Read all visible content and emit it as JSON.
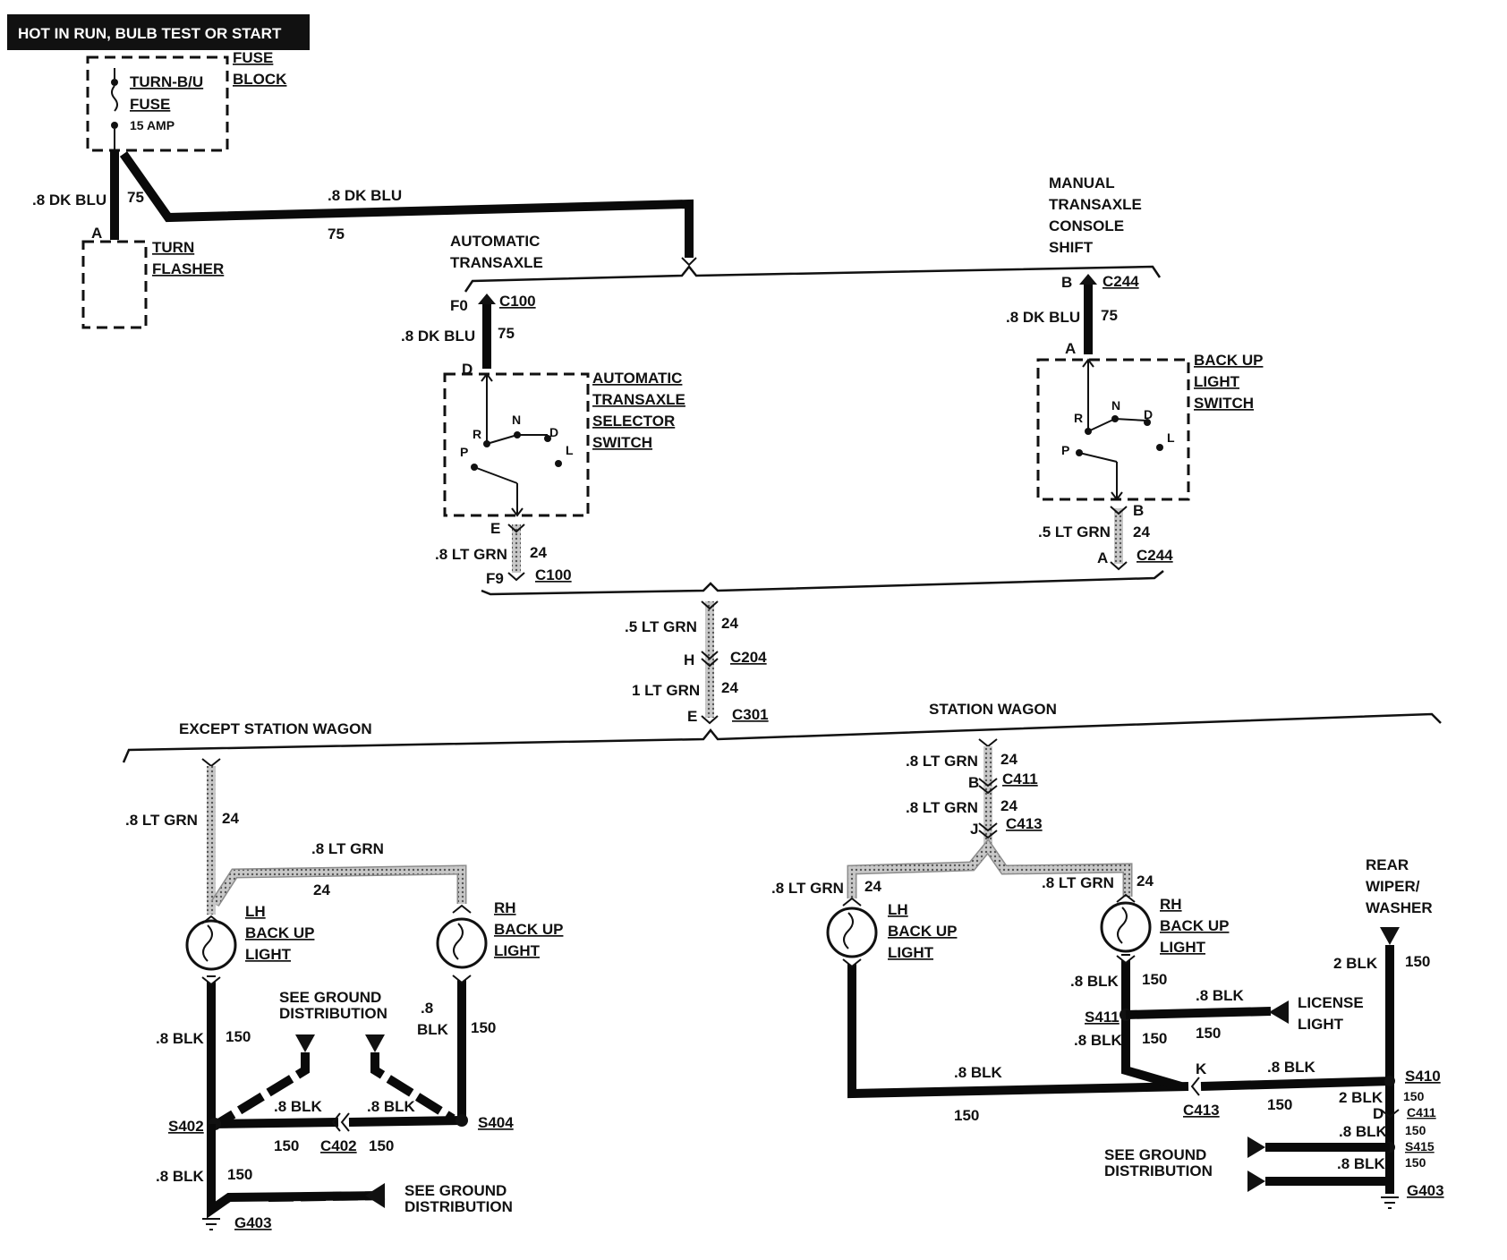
{
  "header": {
    "text": "HOT IN RUN,   BULB TEST OR START"
  },
  "fuse_block": {
    "label_line1": "FUSE",
    "label_line2": "BLOCK",
    "fuse_line1": "TURN-B/U",
    "fuse_line2": "FUSE",
    "fuse_rating": "15 AMP"
  },
  "turn_flasher": {
    "line1": "TURN",
    "line2": "FLASHER",
    "pin": "A"
  },
  "wires_top": {
    "wire_a_color": ".8 DK BLU",
    "wire_a_circuit": "75",
    "wire_b_color": ".8 DK BLU",
    "wire_b_circuit": "75"
  },
  "automatic": {
    "title_line1": "AUTOMATIC",
    "title_line2": "TRANSAXLE",
    "pin_top": "F0",
    "conn_top": "C100",
    "wire_in_color": ".8 DK BLU",
    "wire_in_circuit": "75",
    "pin_d": "D",
    "pin_e": "E",
    "switch_line1": "AUTOMATIC",
    "switch_line2": "TRANSAXLE",
    "switch_line3": "SELECTOR",
    "switch_line4": "SWITCH",
    "pos_p": "P",
    "pos_r": "R",
    "pos_n": "N",
    "pos_d": "D",
    "pos_l": "L",
    "wire_out_color": ".8 LT GRN",
    "wire_out_circuit": "24",
    "pin_bottom": "F9",
    "conn_bottom": "C100"
  },
  "manual": {
    "title_line1": "MANUAL",
    "title_line2": "TRANSAXLE",
    "title_line3": "CONSOLE",
    "title_line4": "SHIFT",
    "pin_top": "B",
    "conn_top": "C244",
    "wire_in_color": ".8 DK BLU",
    "wire_in_circuit": "75",
    "pin_a": "A",
    "pin_b": "B",
    "switch_line1": "BACK UP",
    "switch_line2": "LIGHT",
    "switch_line3": "SWITCH",
    "pos_p": "P",
    "pos_r": "R",
    "pos_n": "N",
    "pos_d": "D",
    "pos_l": "L",
    "wire_out_color": ".5 LT GRN",
    "wire_out_circuit": "24",
    "pin_bottom": "A",
    "conn_bottom": "C244"
  },
  "center": {
    "wire1_color": ".5 LT GRN",
    "wire1_circuit": "24",
    "pin_h": "H",
    "conn_c204": "C204",
    "wire2_color": "1 LT GRN",
    "wire2_circuit": "24",
    "pin_e": "E",
    "conn_c301": "C301"
  },
  "except_wagon": {
    "title": "EXCEPT STATION WAGON",
    "drop_color": ".8 LT GRN",
    "drop_circuit": "24",
    "cross_color": ".8 LT GRN",
    "cross_circuit": "24",
    "lh_line1": "LH",
    "lh_line2": "BACK UP",
    "lh_line3": "LIGHT",
    "rh_line1": "RH",
    "rh_line2": "BACK UP",
    "rh_line3": "LIGHT",
    "lh_gnd_color": ".8 BLK",
    "lh_gnd_circuit": "150",
    "rh_gnd_color_a": ".8",
    "rh_gnd_color_b": "BLK",
    "rh_gnd_circuit": "150",
    "see_ground_1": "SEE GROUND",
    "see_ground_2": "DISTRIBUTION",
    "s402": "S402",
    "s404": "S404",
    "diag_left_color": ".8 BLK",
    "diag_right_color": ".8 BLK",
    "c402": "C402",
    "c402_left_circuit": "150",
    "c402_right_circuit": "150",
    "down_color": ".8 BLK",
    "down_circuit": "150",
    "g403": "G403",
    "see_ground_b1": "SEE GROUND",
    "see_ground_b2": "DISTRIBUTION"
  },
  "station_wagon": {
    "title": "STATION WAGON",
    "w1_color": ".8 LT GRN",
    "w1_circuit": "24",
    "pin_b": "B",
    "c411": "C411",
    "w2_color": ".8 LT GRN",
    "w2_circuit": "24",
    "pin_j": "J",
    "c413": "C413",
    "lh_color": ".8 LT GRN",
    "lh_circuit": "24",
    "rh_color": ".8 LT GRN",
    "rh_circuit": "24",
    "lh_line1": "LH",
    "lh_line2": "BACK UP",
    "lh_line3": "LIGHT",
    "rh_line1": "RH",
    "rh_line2": "BACK UP",
    "rh_line3": "LIGHT",
    "rh_gnd_color": ".8 BLK",
    "rh_gnd_circuit": "150",
    "s411": "S411",
    "lic_color": ".8 BLK",
    "lic_circuit": "150",
    "license_line1": "LICENSE",
    "license_line2": "LIGHT",
    "s411_down_color": ".8 BLK",
    "s411_down_circuit": "150",
    "bottom_color": ".8 BLK",
    "bottom_circuit": "150",
    "pin_k": "K",
    "c413_bottom": "C413",
    "right_color": ".8 BLK",
    "right_circuit": "150",
    "rear_line1": "REAR",
    "rear_line2": "WIPER/",
    "rear_line3": "WASHER",
    "rear_color": "2 BLK",
    "rear_circuit": "150",
    "s410": "S410",
    "c411_color": "2 BLK",
    "c411_circuit": "150",
    "pin_d": "D",
    "c411_bottom": "C411",
    "s415_color": ".8 BLK",
    "s415_circuit": "150",
    "s415": "S415",
    "gnd_color": ".8 BLK",
    "gnd_circuit": "150",
    "g403": "G403",
    "see_ground_1": "SEE GROUND",
    "see_ground_2": "DISTRIBUTION"
  }
}
